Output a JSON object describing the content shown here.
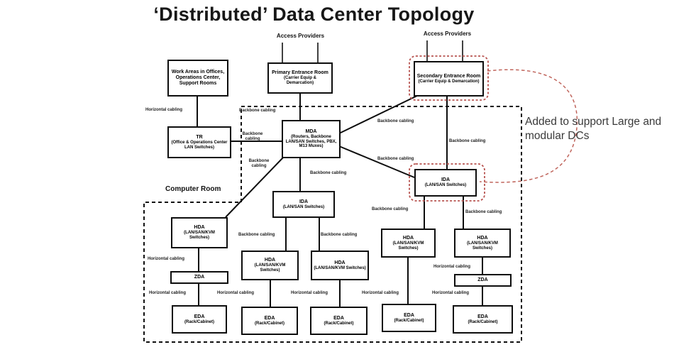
{
  "title": "‘Distributed’ Data Center Topology",
  "annotation": "Added to support Large and modular DCs",
  "computer_room_label": "Computer Room",
  "access_providers_label": "Access Providers",
  "cabling": {
    "backbone": "Backbone cabling",
    "horizontal": "Horizontal cabling"
  },
  "colors": {
    "line": "#0d0d0d",
    "highlight_red": "#b85450",
    "curve_red": "#c0655c"
  },
  "nodes": {
    "work_areas": {
      "title": "Work Areas in Offices, Operations Center, Support Rooms"
    },
    "primary_entrance": {
      "title": "Primary Entrance Room",
      "subtitle": "(Carrier Equip & Demarcation)"
    },
    "secondary_entrance": {
      "title": "Secondary Entrance Room",
      "subtitle": "(Carrier Equip & Demarcation)"
    },
    "tr": {
      "title": "TR",
      "subtitle": "(Office & Operations Center LAN Switches)"
    },
    "mda": {
      "title": "MDA",
      "subtitle": "(Routers, Backbone LAN/SAN Switches, PBX, M13 Muxes)"
    },
    "ida": {
      "title": "IDA",
      "subtitle": "(LAN/SAN Switches)"
    },
    "hda": {
      "title": "HDA",
      "subtitle": "(LAN/SAN/KVM Switches)"
    },
    "zda": {
      "title": "ZDA"
    },
    "eda": {
      "title": "EDA",
      "subtitle": "(Rack/Cabinet)"
    }
  }
}
